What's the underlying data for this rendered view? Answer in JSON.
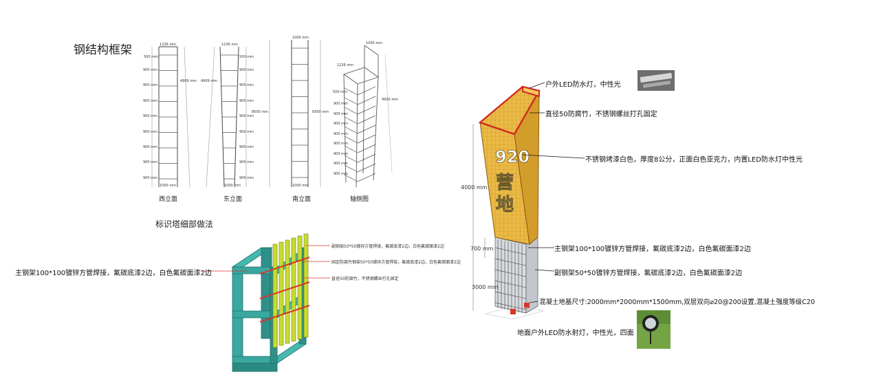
{
  "section_title_frame": "钢结构框架",
  "section_title_detail": "标识塔细部做法",
  "views": {
    "west": "西立面",
    "east": "东立面",
    "south": "南立面",
    "axo": "轴侧图"
  },
  "dims": {
    "step": "900 mm",
    "top_left": "1226 mm",
    "top_step": "500 mm",
    "height_4909": "4909 mm",
    "width_1000": "1000 mm",
    "h_8500": "8500 mm",
    "h_8300": "8300 mm",
    "h_4900": "4900 mm",
    "d_4000": "4000 mm",
    "d_700": "700 mm",
    "d_3000": "3000 mm"
  },
  "detail_notes": {
    "main_frame": "主钢架100*100镀锌方管焊接，氟碳底漆2边，白色氟碳面漆2边",
    "sub_frame_small": "副钢架50*50镀锌方管焊接，氟碳底漆2边，白色氟碳面漆2边",
    "fixed_small": "固定防腐竹钢架50*50镀锌方管焊接，氟碳底漆2边，白色氟碳面漆2边",
    "bamboo_small": "直径50防腐竹，不锈钢螺丝打孔固定"
  },
  "tower_notes": {
    "led_top": "户外LED防水灯，中性光",
    "bamboo": "直径50防腐竹，不锈钢螺丝打孔固定",
    "letters": "不锈钢烤漆白色，厚度8公分，正面白色亚克力，内置LED防水灯中性光",
    "main_frame": "主钢架100*100镀锌方管焊接，氟碳底漆2边，白色氟碳面漆2边",
    "sub_frame": "副钢架50*50镀锌方管焊接，氟碳底漆2边，白色氟碳面漆2边",
    "foundation": "混凝土地基尺寸:2000mm*2000mm*1500mm,双层双向⌀20@200设置,混凝土强度等级C20",
    "ground_light": "地面户外LED防水射灯，中性光，四面"
  },
  "sign": {
    "line1": "920",
    "line2": "营地"
  },
  "colors": {
    "bamboo": "#e8b63a",
    "frame_teal": "#3aa7a0",
    "frame_green": "#c7dc2e",
    "leader_red": "#d9342b",
    "steel_gray": "#9aa1a8"
  }
}
